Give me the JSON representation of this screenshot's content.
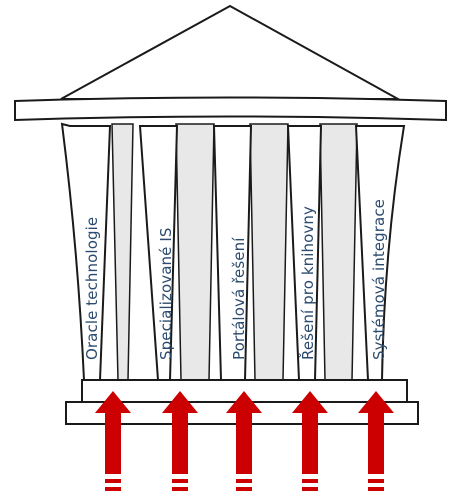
{
  "diagram": {
    "pillars": [
      {
        "label": "Oracle technologie"
      },
      {
        "label": "Specializované IS"
      },
      {
        "label": "Portálová řešení"
      },
      {
        "label": "Řešení pro knihovny"
      },
      {
        "label": "Systémová integrace"
      }
    ],
    "colors": {
      "stroke": "#1a1a1a",
      "fill": "#ffffff",
      "pillar_shade": "#e8e8e8",
      "text": "#2a4a6e",
      "arrow": "#cc0000"
    },
    "arrow_count": 5
  }
}
